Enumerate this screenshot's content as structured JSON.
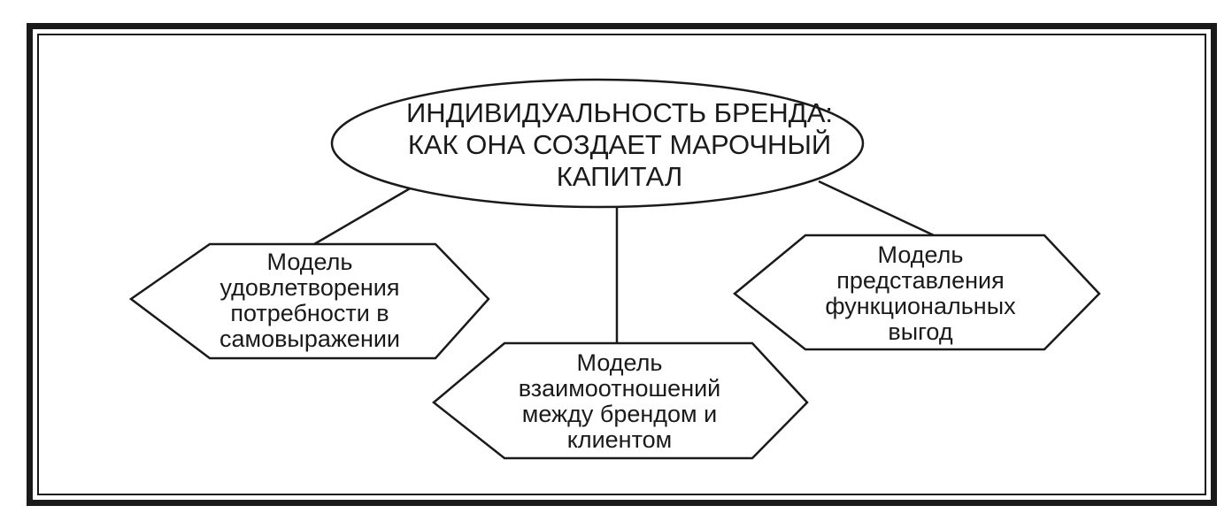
{
  "diagram": {
    "root": {
      "label": "ИНДИВИДУАЛЬНОСТЬ БРЕНДА:\nКАК ОНА СОЗДАЕТ МАРОЧНЫЙ\nКАПИТАЛ"
    },
    "children": [
      {
        "id": "self-expression",
        "label": "Модель\nудовлетворения\nпотребности в\nсамовыражении"
      },
      {
        "id": "relationship",
        "label": "Модель\nвзаимоотношений\nмежду брендом  и\nклиентом"
      },
      {
        "id": "functional",
        "label": "Модель\nпредставления\nфункциональных\nвыгод"
      }
    ],
    "edges": [
      {
        "from": "root",
        "to": "self-expression"
      },
      {
        "from": "root",
        "to": "relationship"
      },
      {
        "from": "root",
        "to": "functional"
      }
    ],
    "colors": {
      "stroke": "#1a1a1a",
      "background": "#ffffff"
    }
  }
}
